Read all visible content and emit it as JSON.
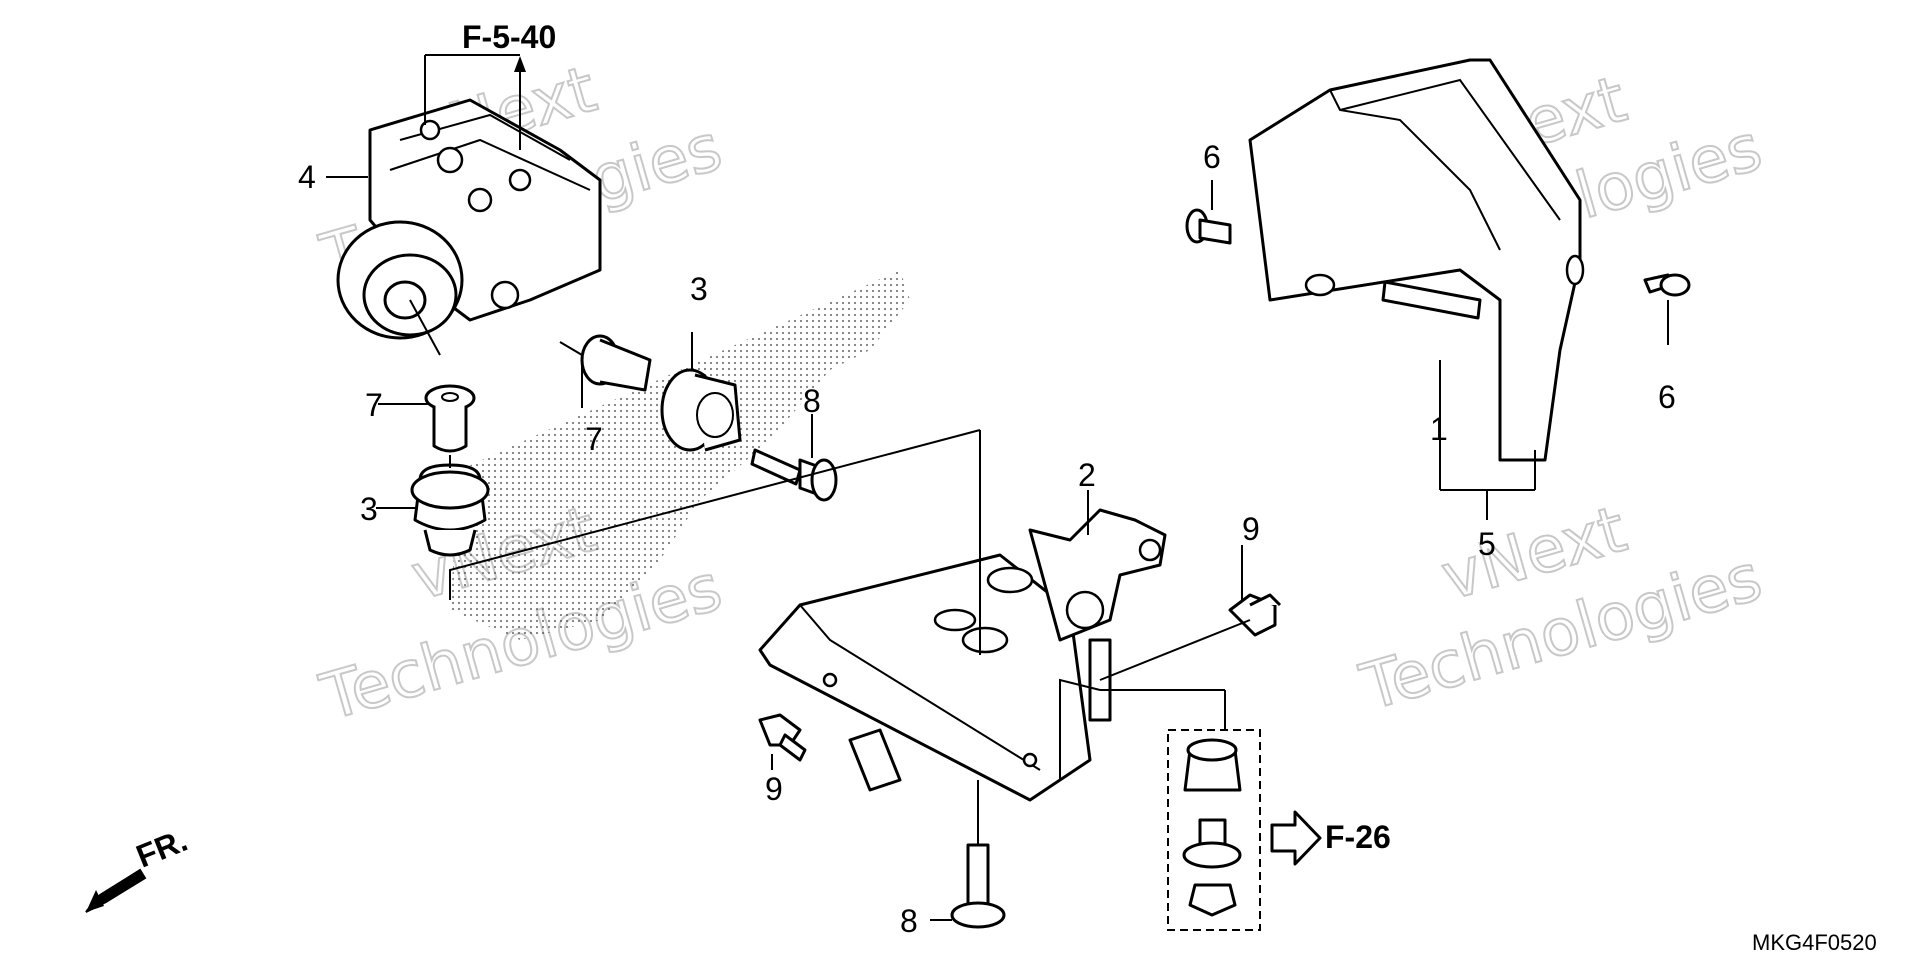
{
  "diagram": {
    "references": {
      "top": "F-5-40",
      "right": "F-26"
    },
    "front_indicator": "FR.",
    "drawing_code": "MKG4F0520",
    "watermark": {
      "line1": "vNext",
      "line2": "Technologies"
    },
    "callouts": {
      "c1": "1",
      "c2": "2",
      "c3a": "3",
      "c3b": "3",
      "c4": "4",
      "c5": "5",
      "c6a": "6",
      "c6b": "6",
      "c7a": "7",
      "c7b": "7",
      "c8a": "8",
      "c8b": "8",
      "c9a": "9",
      "c9b": "9"
    }
  }
}
